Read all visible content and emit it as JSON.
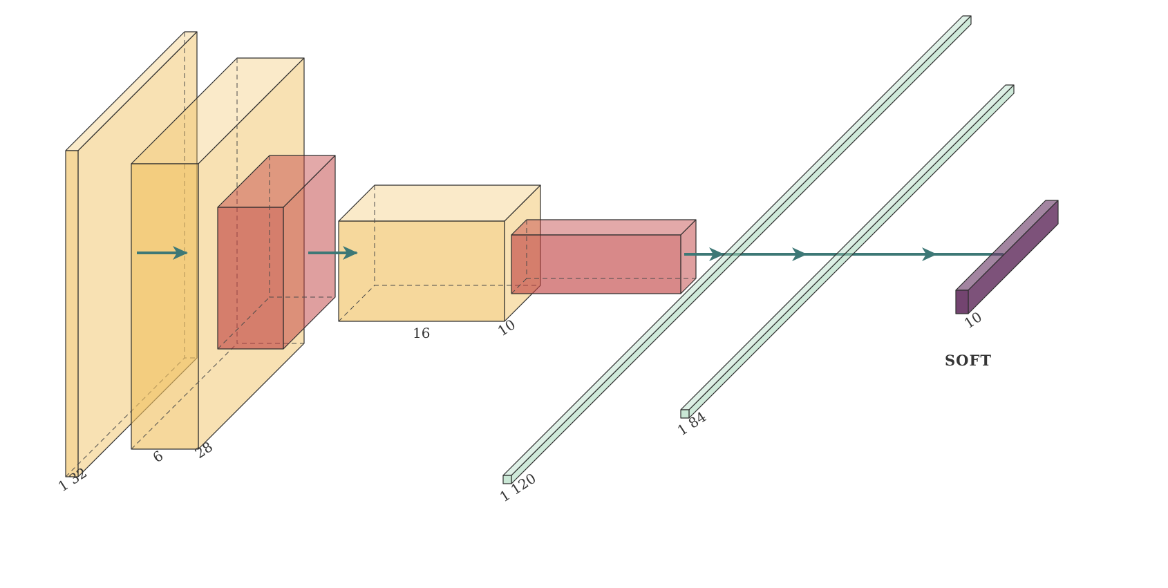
{
  "diagram": {
    "type": "neural-network-architecture",
    "labels": {
      "input": "1 32",
      "conv1_width": "6",
      "conv1_height": "28",
      "conv2_width": "16",
      "conv2_height": "10",
      "fc1": "1 120",
      "fc2": "1 84",
      "output": "10",
      "activation": "SOFT"
    },
    "colors": {
      "conv": "#F0C060",
      "pool": "#C04040",
      "fc": "#A8D8BC",
      "softmax": "#6B3A68",
      "arrow": "#3D7876"
    }
  }
}
